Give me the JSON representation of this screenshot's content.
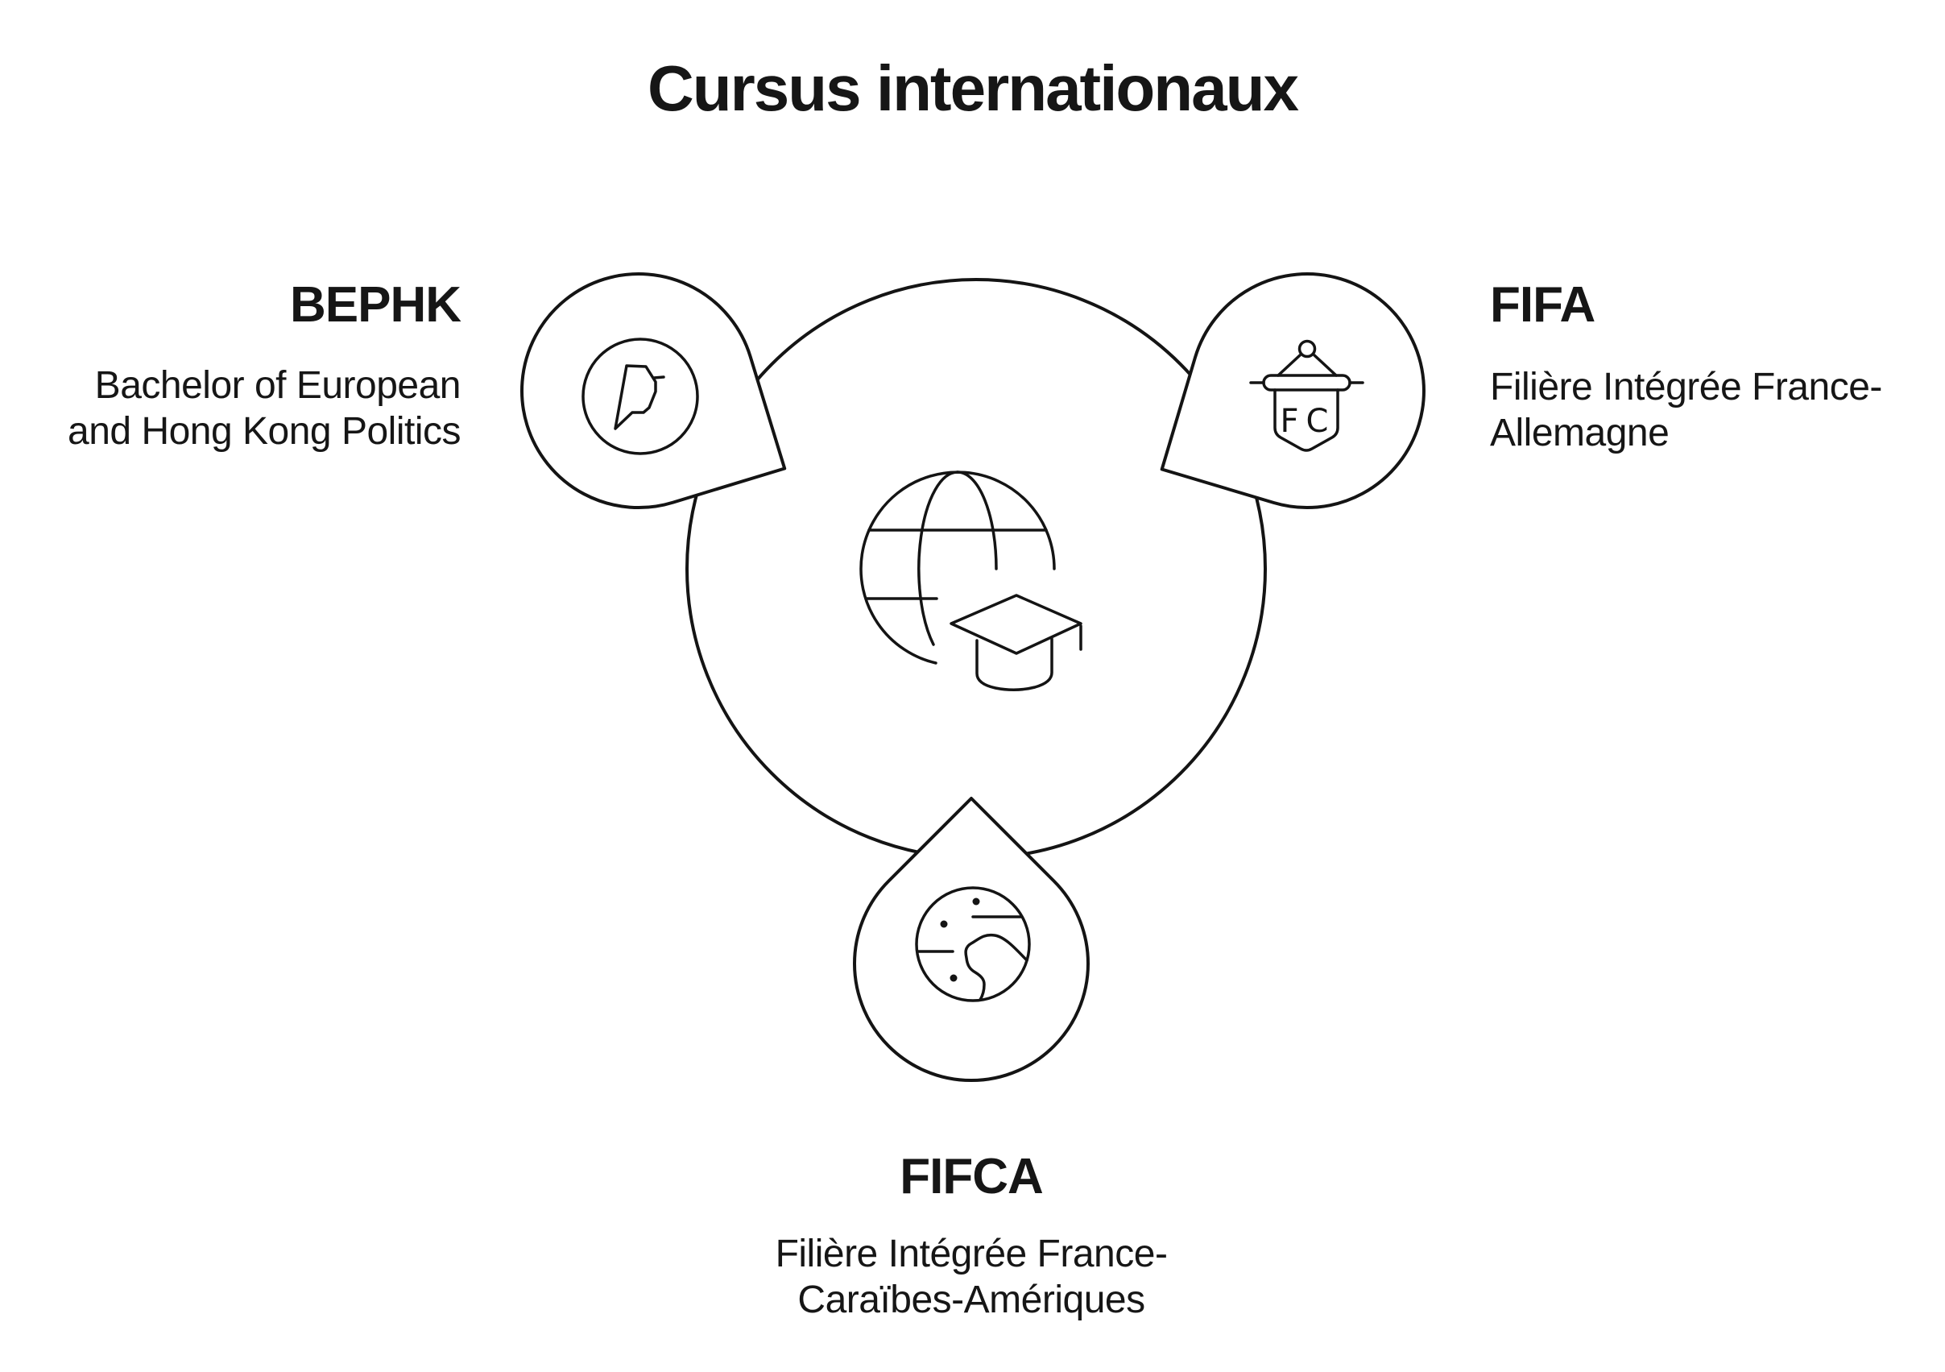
{
  "title": "Cursus internationaux",
  "colors": {
    "background": "#ffffff",
    "ink": "#141414"
  },
  "center": {
    "icon": "globe-graduation-cap-icon"
  },
  "programs": {
    "bephk": {
      "code": "BEPHK",
      "name": "Bachelor of European\nand Hong Kong Politics",
      "icon": "map-region-icon"
    },
    "fifa": {
      "code": "FIFA",
      "name": "Filière Intégrée France-\nAllemagne",
      "icon": "pennant-icon",
      "icon_label": "FC"
    },
    "fifca": {
      "code": "FIFCA",
      "name": "Filière Intégrée France-\nCaraïbes-Amériques",
      "icon": "planet-icon"
    }
  }
}
